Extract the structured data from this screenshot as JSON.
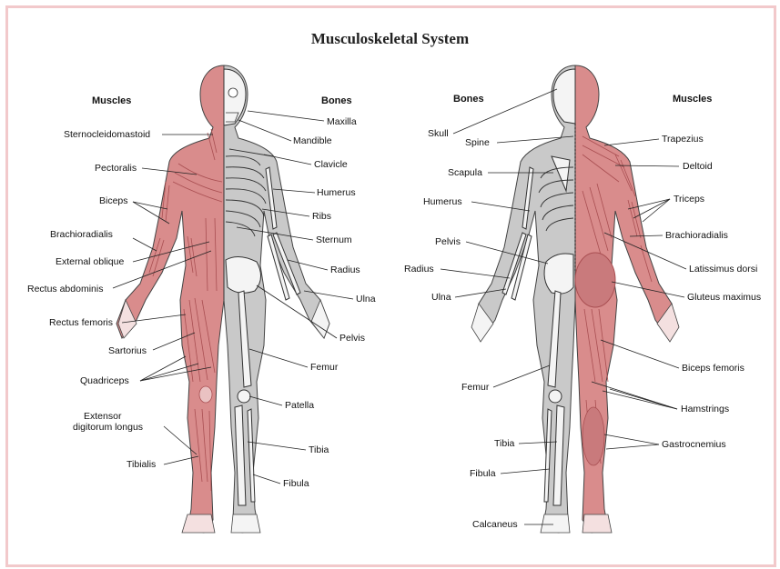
{
  "title": "Musculoskeletal System",
  "front": {
    "muscles_header": "Muscles",
    "bones_header": "Bones",
    "muscle_labels": [
      "Sternocleidomastoid",
      "Pectoralis",
      "Biceps",
      "Brachioradialis",
      "External oblique",
      "Rectus abdominis",
      "Rectus femoris",
      "Sartorius",
      "Quadriceps",
      "Extensor",
      "digitorum longus",
      "Tibialis"
    ],
    "bone_labels": [
      "Maxilla",
      "Mandible",
      "Clavicle",
      "Humerus",
      "Ribs",
      "Sternum",
      "Radius",
      "Ulna",
      "Pelvis",
      "Femur",
      "Patella",
      "Tibia",
      "Fibula"
    ]
  },
  "back": {
    "bones_header": "Bones",
    "muscles_header": "Muscles",
    "bone_labels": [
      "Skull",
      "Spine",
      "Scapula",
      "Humerus",
      "Pelvis",
      "Radius",
      "Ulna",
      "Femur",
      "Tibia",
      "Fibula",
      "Calcaneus"
    ],
    "muscle_labels": [
      "Trapezius",
      "Deltoid",
      "Triceps",
      "Brachioradialis",
      "Latissimus dorsi",
      "Gluteus maximus",
      "Biceps femoris",
      "Hamstrings",
      "Gastrocnemius"
    ]
  },
  "colors": {
    "frame": "#f2c9cb",
    "muscle": "#d98c8c",
    "muscle_dark": "#a94f52",
    "bone": "#f4f4f4",
    "body_gray": "#c9c9c9",
    "line": "#222222"
  }
}
